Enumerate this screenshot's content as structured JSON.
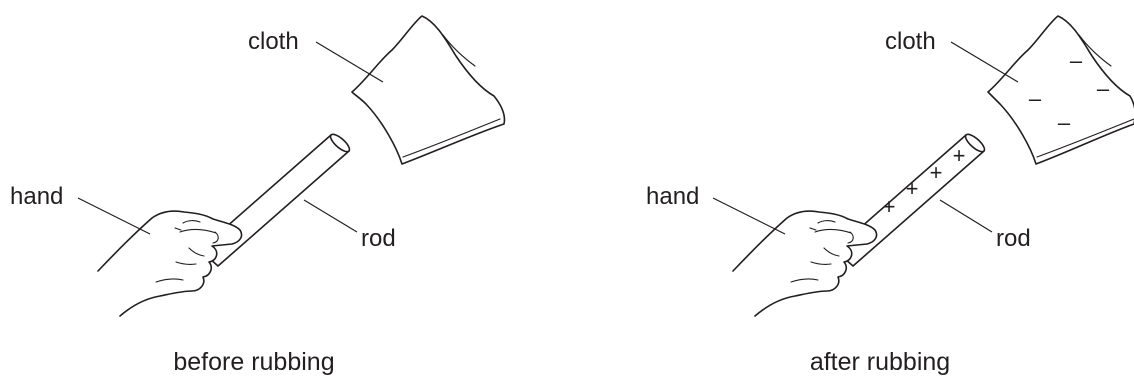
{
  "panels": [
    {
      "caption": "before rubbing",
      "labels": {
        "cloth": "cloth",
        "hand": "hand",
        "rod": "rod"
      },
      "rod_charges": [],
      "cloth_charges": []
    },
    {
      "caption": "after rubbing",
      "labels": {
        "cloth": "cloth",
        "hand": "hand",
        "rod": "rod"
      },
      "rod_charges": [
        "+",
        "+",
        "+",
        "+"
      ],
      "cloth_charges": [
        "–",
        "–",
        "–",
        "–"
      ]
    }
  ]
}
